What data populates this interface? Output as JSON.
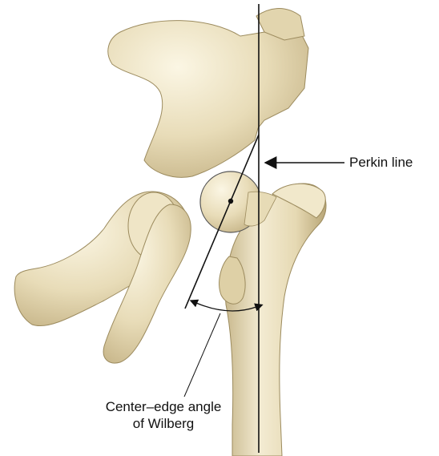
{
  "labels": {
    "perkin_line": "Perkin line",
    "center_edge_line1": "Center–edge angle",
    "center_edge_line2": "of Wilberg"
  },
  "colors": {
    "bone_fill": "#e9dfbf",
    "bone_light": "#f7f1dc",
    "bone_shadow": "#b9a97c",
    "bone_outline": "#8a7a52",
    "line": "#111111",
    "background": "#ffffff"
  }
}
